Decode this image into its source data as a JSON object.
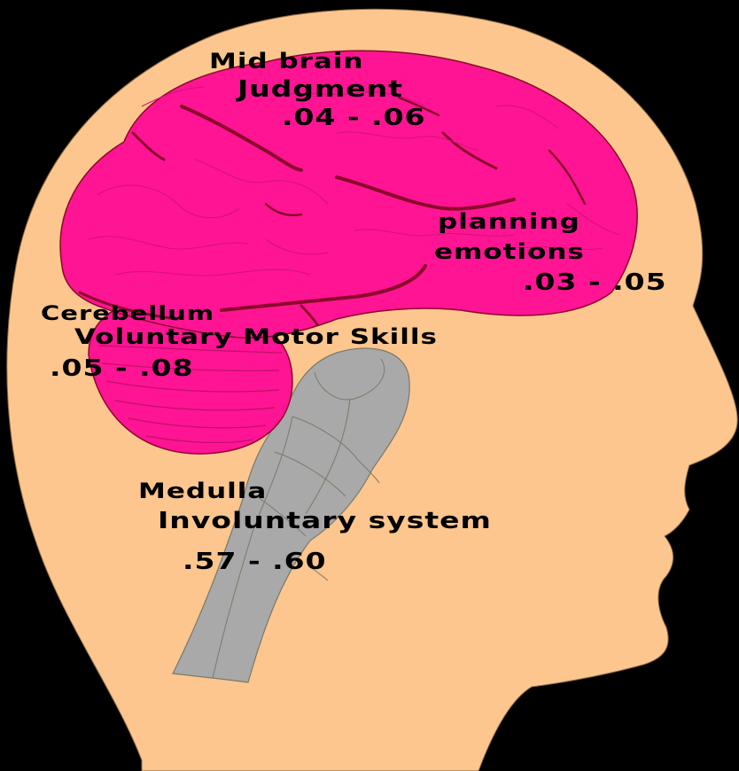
{
  "colors": {
    "background": "#000000",
    "skin": "#FCC68E",
    "brain": "#FF1493",
    "brain_fold": "#8B0A2A",
    "brainstem": "#A9A9A9",
    "brainstem_line": "#7A7A6A",
    "text": "#000000"
  },
  "labels": {
    "midbrain": {
      "name": "Mid brain",
      "function": "Judgment",
      "range": ".04 - .06"
    },
    "frontal": {
      "name": "planning",
      "function": "emotions",
      "range": ".03 - .05"
    },
    "cerebellum": {
      "name": "Cerebellum",
      "function": "Voluntary Motor Skills",
      "range": ".05 - .08"
    },
    "medulla": {
      "name": "Medulla",
      "function": "Involuntary system",
      "range": ".57 - .60"
    }
  }
}
